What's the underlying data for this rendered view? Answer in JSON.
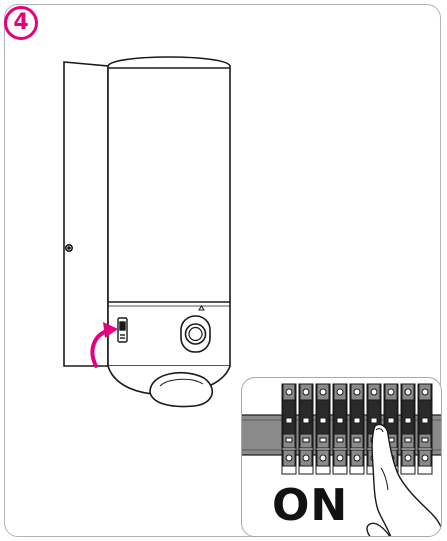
{
  "step": {
    "number": "4"
  },
  "inset": {
    "switch_state_label": "ON"
  },
  "colors": {
    "accent": "#e6007e",
    "outline": "#1a1a1a",
    "frame": "#b4b4b4",
    "rail": "#8a8a8a"
  },
  "icons": [
    "step-number-badge",
    "rotate-arrow-icon",
    "lamp-housing",
    "motion-sensor-dome",
    "camera-lens",
    "circuit-breaker-panel",
    "hand-pressing-icon"
  ]
}
